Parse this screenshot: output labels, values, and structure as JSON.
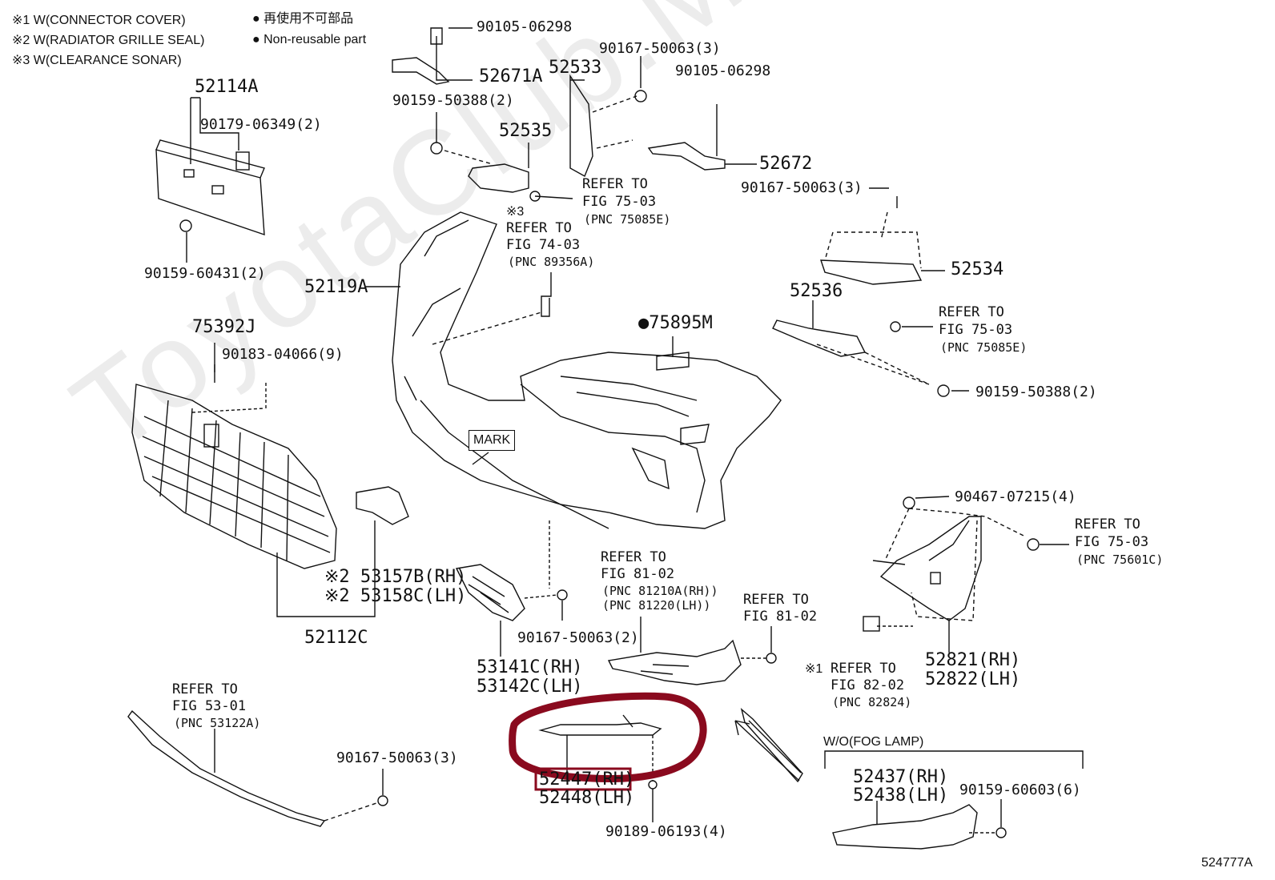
{
  "legend": {
    "note1": "※1 W(CONNECTOR COVER)",
    "note2": "※2 W(RADIATOR GRILLE SEAL)",
    "note3": "※3 W(CLEARANCE SONAR)",
    "nonreuse_jp": "● 再使用不可部品",
    "nonreuse_en": "● Non-reusable part"
  },
  "watermark": "ToyotaClub.Mine.ru",
  "figure_id": "524777A",
  "mark_label": "MARK",
  "wo_section": "W/O(FOG LAMP)",
  "parts": {
    "p90105_top": "90105-06298",
    "p52671A": "52671A",
    "p90167_3a": "90167-50063(3)",
    "p52533": "52533",
    "p90105_r": "90105-06298",
    "p90159_50388_2a": "90159-50388(2)",
    "p52535": "52535",
    "p52672": "52672",
    "p52114A": "52114A",
    "p90179": "90179-06349(2)",
    "p90167_3b": "90167-50063(3)",
    "p90159_60431": "90159-60431(2)",
    "p52119A": "52119A",
    "p52534": "52534",
    "p52536": "52536",
    "p75392J": "75392J",
    "p90183": "90183-04066(9)",
    "p75895M": "●75895M",
    "p90159_50388_2b": "90159-50388(2)",
    "p90467": "90467-07215(4)",
    "p53157B": "※2 53157B(RH)",
    "p53158C": "※2 53158C(LH)",
    "p52112C": "52112C",
    "p90167_2": "90167-50063(2)",
    "p53141C": "53141C(RH)",
    "p53142C": "53142C(LH)",
    "p52821": "52821(RH)",
    "p52822": "52822(LH)",
    "p90167_3c": "90167-50063(3)",
    "p52447": "52447(RH)",
    "p52448": "52448(LH)",
    "p90189": "90189-06193(4)",
    "p52437": "52437(RH)",
    "p52438": "52438(LH)",
    "p90159_60603": "90159-60603(6)"
  },
  "refs": {
    "r7503a": {
      "line1": "REFER TO",
      "line2": "FIG 75-03",
      "pnc": "(PNC 75085E)"
    },
    "r7403": {
      "pre": "※3",
      "line1": "REFER TO",
      "line2": "FIG 74-03",
      "pnc": "(PNC 89356A)"
    },
    "r7503b": {
      "line1": "REFER TO",
      "line2": "FIG 75-03",
      "pnc": "(PNC 75085E)"
    },
    "r7503c": {
      "line1": "REFER TO",
      "line2": "FIG 75-03",
      "pnc": "(PNC 75601C)"
    },
    "r8102a": {
      "line1": "REFER TO",
      "line2": "FIG 81-02",
      "pnc1": "(PNC 81210A(RH))",
      "pnc2": "(PNC 81220(LH))"
    },
    "r8102b": {
      "line1": "REFER TO",
      "line2": "FIG 81-02"
    },
    "r8202": {
      "pre": "※1",
      "line1": "REFER TO",
      "line2": "FIG 82-02",
      "pnc": "(PNC 82824)"
    },
    "r5301": {
      "line1": "REFER TO",
      "line2": "FIG 53-01",
      "pnc": "(PNC 53122A)"
    }
  },
  "colors": {
    "annotation": "#8a0a1e",
    "line": "#111111",
    "watermark": "#ececec"
  }
}
